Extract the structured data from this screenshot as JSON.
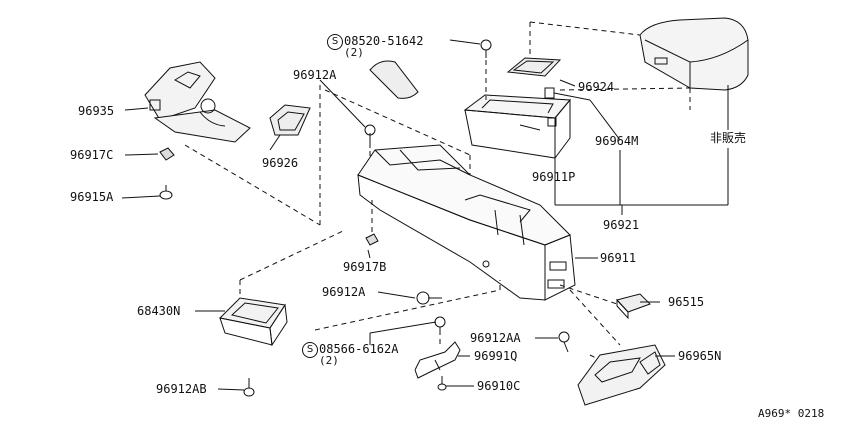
{
  "labels": {
    "p08520": "08520-51642",
    "p08520_qty": "(2)",
    "p96912A_top": "96912A",
    "p96935": "96935",
    "p96926": "96926",
    "p96924": "96924",
    "p96964M": "96964M",
    "p_hihanbai": "非販売",
    "p96917C": "96917C",
    "p96915A": "96915A",
    "p96911P": "96911P",
    "p96921": "96921",
    "p96917B": "96917B",
    "p96911": "96911",
    "p96912A_mid": "96912A",
    "p96515": "96515",
    "p68430N": "68430N",
    "p08566": "08566-6162A",
    "p08566_qty": "(2)",
    "p96912AA": "96912AA",
    "p96991Q": "96991Q",
    "p96965N": "96965N",
    "p96912AB": "96912AB",
    "p96910C": "96910C",
    "ref": "A969* 0218"
  },
  "symbols": {
    "screw_symbol": "S"
  }
}
